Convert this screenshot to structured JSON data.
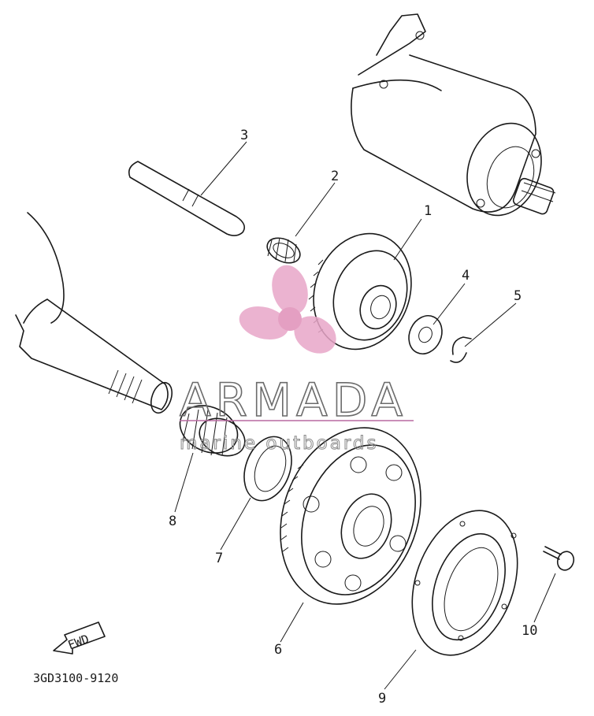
{
  "diagram": {
    "part_callouts": [
      "1",
      "2",
      "3",
      "4",
      "5",
      "6",
      "7",
      "8",
      "9",
      "10"
    ],
    "direction_label": "FWD",
    "drawing_code": "3GD3100-9120"
  },
  "watermark": {
    "brand": "ARMADA",
    "tagline": "marine outboards",
    "logo_color": "#e8a6c8",
    "text_color": "#6b6b6b"
  }
}
